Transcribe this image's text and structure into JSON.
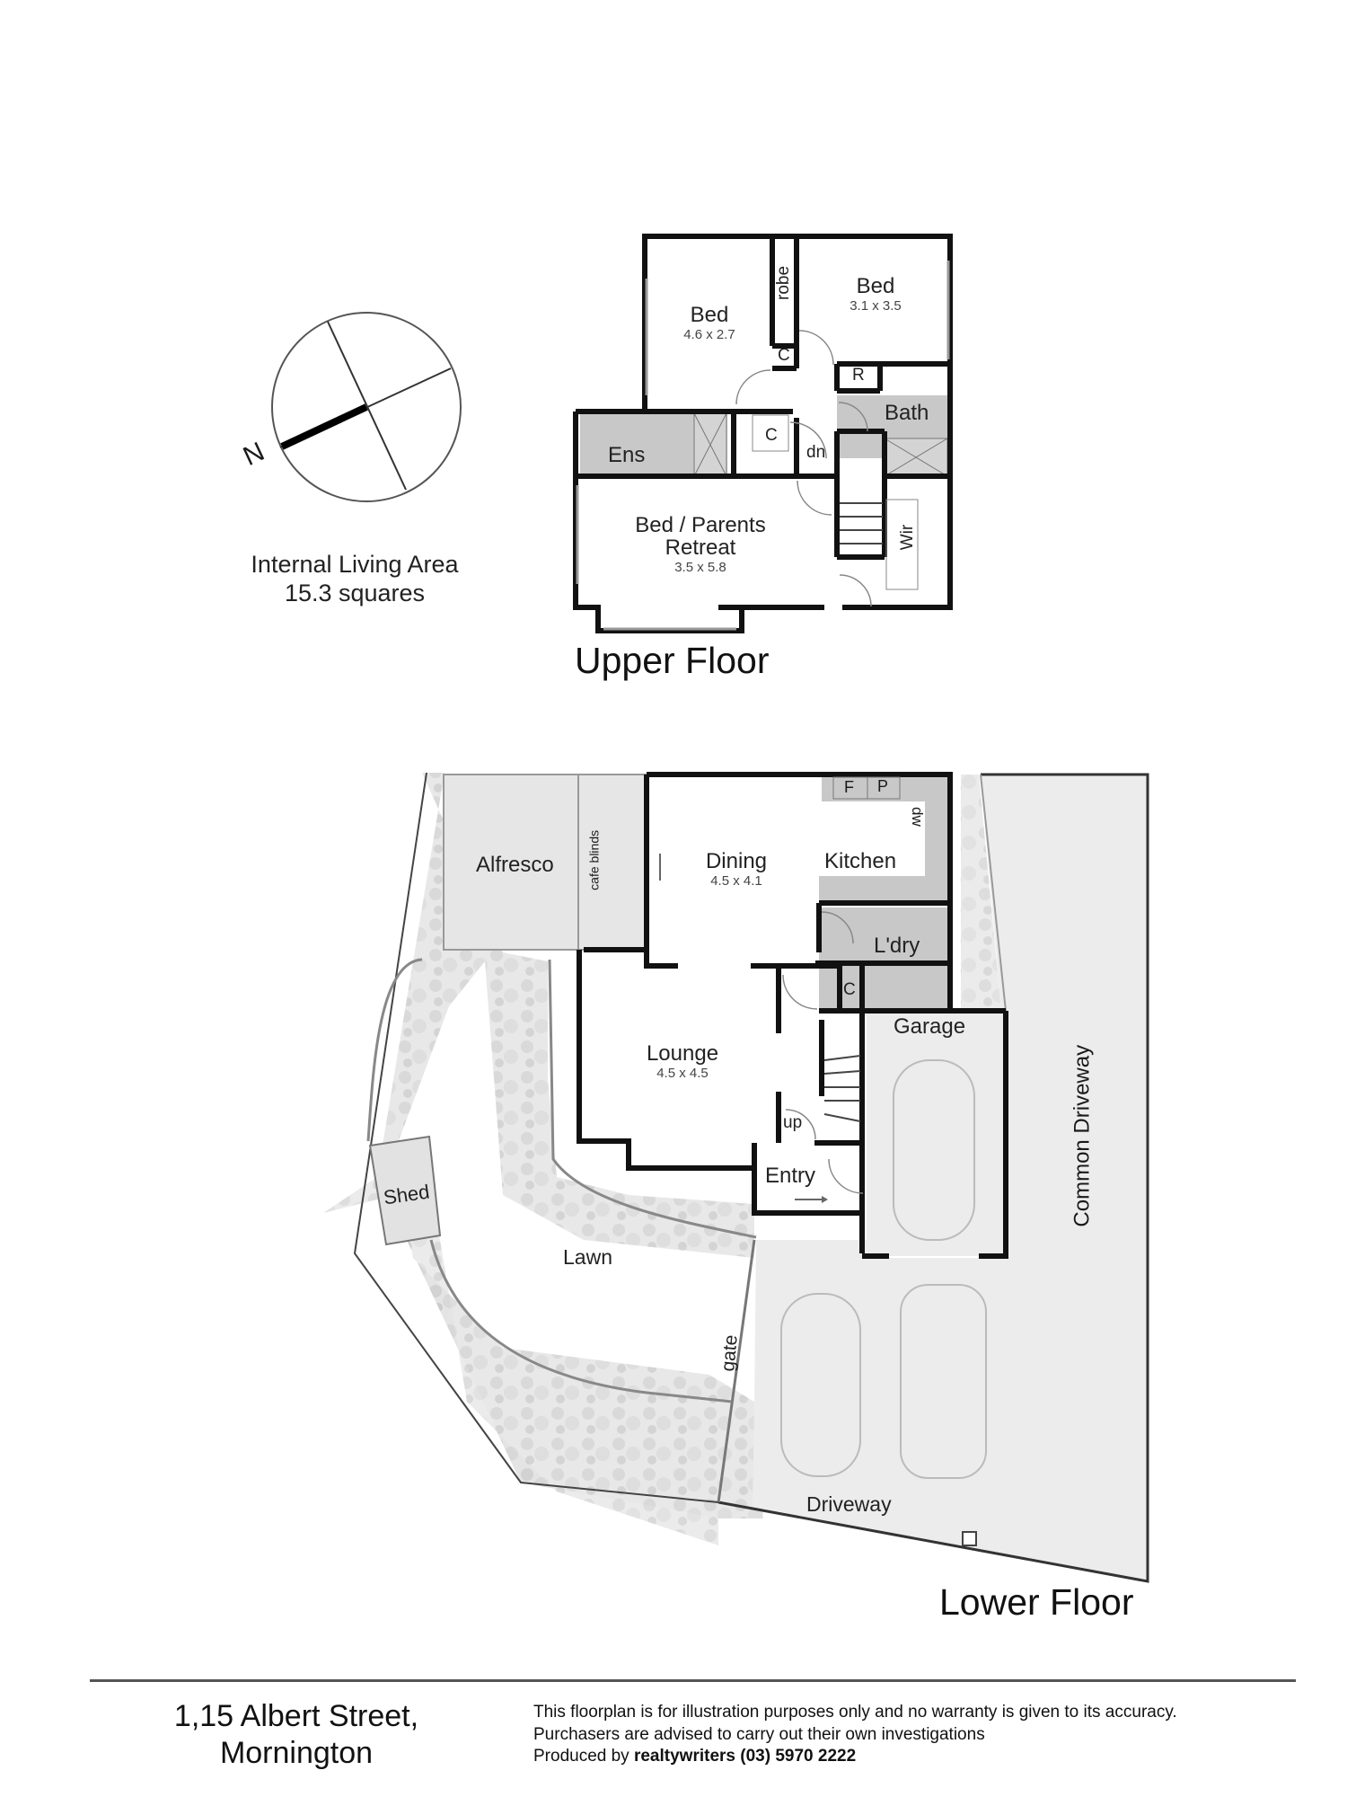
{
  "compass": {
    "label": "N",
    "icon": "north-arrow-compass-icon"
  },
  "living_area": {
    "line1": "Internal Living Area",
    "line2": "15.3 squares"
  },
  "upper_floor": {
    "title": "Upper Floor",
    "rooms": [
      {
        "name": "Bed",
        "dims": "4.6 x 2.7"
      },
      {
        "name": "Bed",
        "dims": "3.1 x 3.5"
      },
      {
        "name": "Bed / Parents",
        "name2": "Retreat",
        "dims": "3.5 x 5.8"
      },
      {
        "name": "Ens"
      },
      {
        "name": "Bath"
      }
    ],
    "labels": {
      "robe": "robe",
      "c1": "C",
      "c2": "C",
      "r": "R",
      "dn": "dn",
      "wir": "Wir"
    }
  },
  "lower_floor": {
    "title": "Lower Floor",
    "rooms": [
      {
        "name": "Dining",
        "dims": "4.5 x 4.1"
      },
      {
        "name": "Kitchen"
      },
      {
        "name": "Lounge",
        "dims": "4.5 x 4.5"
      },
      {
        "name": "Alfresco"
      },
      {
        "name": "L'dry"
      },
      {
        "name": "Garage"
      },
      {
        "name": "Entry"
      },
      {
        "name": "Lawn"
      },
      {
        "name": "Shed"
      },
      {
        "name": "Driveway"
      },
      {
        "name": "Common Driveway"
      }
    ],
    "labels": {
      "cafe_blinds": "cafe blinds",
      "f": "F",
      "p": "P",
      "dw": "dw",
      "c": "C",
      "up": "up",
      "gate": "gate"
    }
  },
  "footer": {
    "address_line1": "1,15 Albert Street,",
    "address_line2": "Mornington",
    "disclaimer_line1": "This floorplan is for illustration purposes only and no warranty is given to its accuracy.",
    "disclaimer_line2": "Purchasers are advised to carry out their own investigations",
    "produced_prefix": "Produced by ",
    "producer": "realtywriters",
    "phone": "(03) 5970 2222"
  },
  "colors": {
    "wall": "#111111",
    "wet_area": "#c8c8c8",
    "outdoor": "#e6e6e6",
    "driveway": "#ececec",
    "foliage": "#d3d3d3"
  }
}
